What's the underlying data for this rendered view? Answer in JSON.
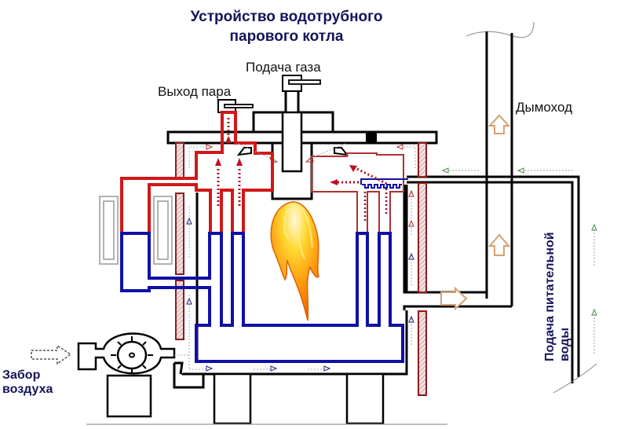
{
  "title": {
    "line1": "Устройство водотрубного",
    "line2": "парового котла"
  },
  "labels": {
    "gas_supply": "Подача газа",
    "steam_outlet": "Выход пара",
    "chimney": "Дымоход",
    "feed_water_line1": "Подача питательной",
    "feed_water_line2": "воды",
    "air_intake_line1": "Забор",
    "air_intake_line2": "воздуха"
  },
  "colors": {
    "title_text": "#14145a",
    "hot_water_steam": "#d01818",
    "cold_water": "#1010a8",
    "flue_gas_arrow": "#d4a070",
    "insulation": "#8b1c1c",
    "flame_outer": "#ff8000",
    "flame_inner": "#ffd020"
  }
}
